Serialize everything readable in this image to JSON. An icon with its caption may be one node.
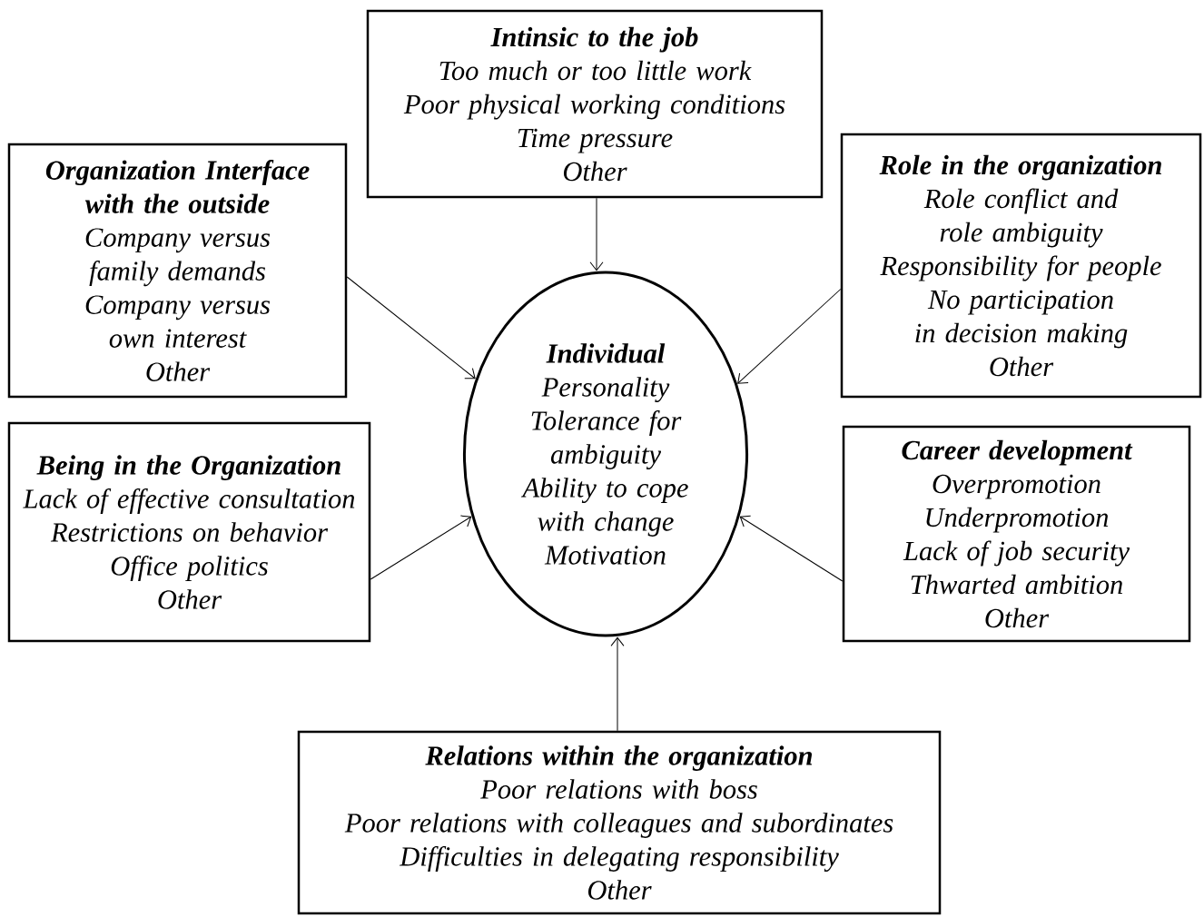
{
  "diagram": {
    "nodes": [
      {
        "text": [
          "Intinsic to the job",
          "Too much or too little work",
          "Poor physical working conditions",
          "Time pressure",
          "Other"
        ]
      },
      {
        "text": [
          "Organization Interface with the outside",
          "Company versus family demands",
          "Company versus own interest",
          "Other"
        ]
      },
      {
        "text": [
          "Role in the organization",
          "Role conflict and role ambiguity",
          "Responsibility for people",
          "No participation in decision making",
          "Other"
        ]
      },
      {
        "text": [
          "Individual",
          "Personality",
          "Tolerance for ambiguity",
          "Ability to cope with change",
          "Motivation"
        ]
      },
      {
        "text": [
          "Being in the Organization",
          "Lack of effective consultation",
          "Restrictions on behavior",
          "Office politics",
          "Other"
        ]
      },
      {
        "text": [
          "Career development",
          "Overpromotion",
          "Underpromotion",
          "Lack of job security",
          "Thwarted ambition",
          "Other"
        ]
      },
      {
        "text": [
          "Relations within the organization",
          "Poor relations with boss",
          "Poor relations with colleagues and subordinates",
          "Difficulties in delegating responsibility",
          "Other"
        ]
      }
    ],
    "edges": [
      {
        "from": 0,
        "to": 3,
        "arrow": "to"
      },
      {
        "from": 1,
        "to": 3,
        "arrow": "to"
      },
      {
        "from": 2,
        "to": 3,
        "arrow": "to"
      },
      {
        "from": 4,
        "to": 3,
        "arrow": "to"
      },
      {
        "from": 5,
        "to": 3,
        "arrow": "to"
      },
      {
        "from": 6,
        "to": 3,
        "arrow": "to"
      }
    ]
  }
}
